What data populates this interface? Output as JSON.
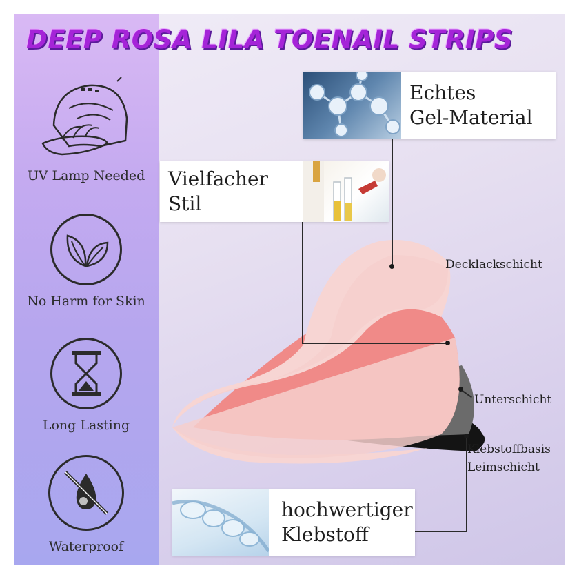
{
  "title": "DEEP ROSA LILA TOENAIL STRIPS",
  "features": [
    {
      "label": "UV Lamp Needed",
      "icon": "uv-lamp-icon"
    },
    {
      "label": "No Harm for Skin",
      "icon": "leaves-icon"
    },
    {
      "label": "Long Lasting",
      "icon": "hourglass-icon"
    },
    {
      "label": "Waterproof",
      "icon": "no-water-drop-icon"
    }
  ],
  "callouts": {
    "gel": {
      "line1": "Echtes",
      "line2": "Gel-Material",
      "image": "molecule-image"
    },
    "style": {
      "line1": "Vielfacher",
      "line2": "Stil",
      "image": "lab-tubes-image"
    },
    "adhesive": {
      "line1": "hochwertiger",
      "line2": "Klebstoff",
      "image": "gel-bubbles-image"
    }
  },
  "layers": {
    "top_coat": "Decklackschicht",
    "under_layer": "Unterschicht",
    "adhesive_base_line1": "Klebstoffbasis",
    "adhesive_base_line2": "Leimschicht"
  },
  "colors": {
    "title": "#a524d8",
    "layer_top": "#f7d5d3",
    "layer_pink": "#f08a88",
    "layer_gray": "#6b6b6b",
    "layer_black": "#141414"
  }
}
